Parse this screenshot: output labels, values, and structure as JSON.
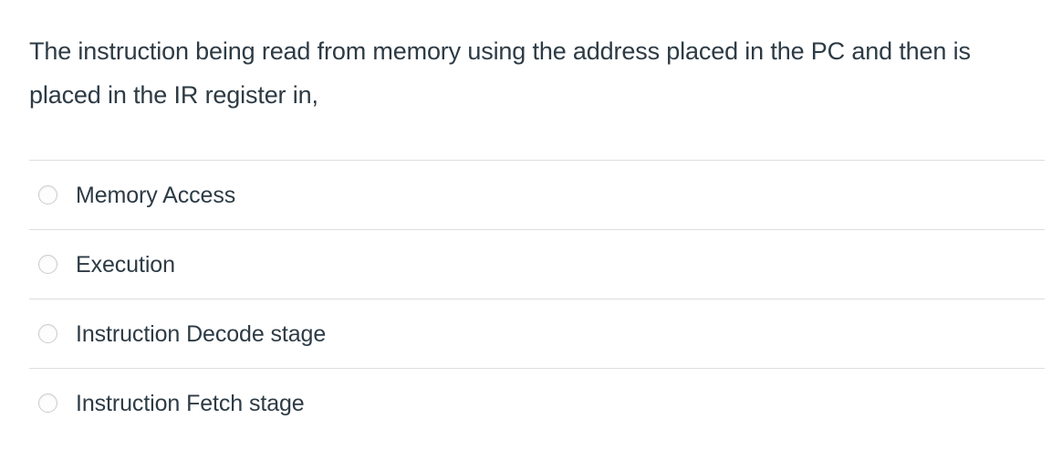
{
  "question": {
    "prompt": "The instruction being read from memory using the address placed in the PC and then is placed in the IR register in,"
  },
  "answers": {
    "options": [
      {
        "label": "Memory Access",
        "selected": false,
        "icon": "radio-unchecked-icon"
      },
      {
        "label": "Execution",
        "selected": false,
        "icon": "radio-unchecked-icon"
      },
      {
        "label": "Instruction Decode stage",
        "selected": false,
        "icon": "radio-unchecked-icon"
      },
      {
        "label": "Instruction Fetch stage",
        "selected": false,
        "icon": "radio-unchecked-icon"
      }
    ]
  },
  "colors": {
    "text": "#2D3B45",
    "divider": "#DEDEDE",
    "radio_border": "#C7CDD1",
    "background": "#FFFFFF"
  }
}
